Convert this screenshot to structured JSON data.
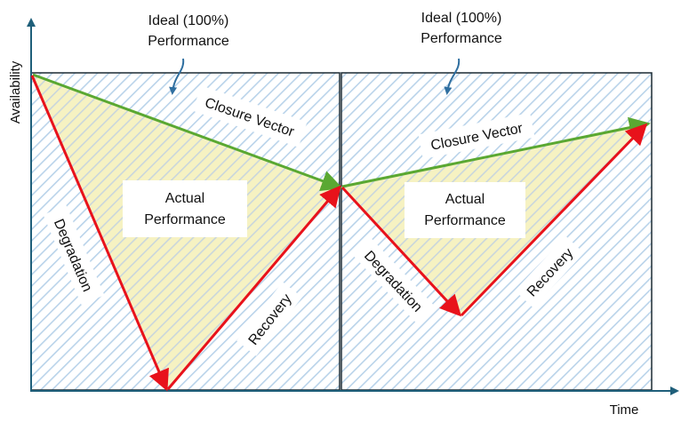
{
  "axes": {
    "y_label": "Availability",
    "x_label": "Time"
  },
  "ideal_labels": [
    {
      "line1": "Ideal (100%)",
      "line2": "Performance"
    },
    {
      "line1": "Ideal (100%)",
      "line2": "Performance"
    }
  ],
  "closure_labels": [
    "Closure Vector",
    "Closure Vector"
  ],
  "actual_labels": [
    {
      "line1": "Actual",
      "line2": "Performance"
    },
    {
      "line1": "Actual",
      "line2": "Performance"
    }
  ],
  "degradation_labels": [
    "Degradation",
    "Degradation"
  ],
  "recovery_labels": [
    "Recovery",
    "Recovery"
  ],
  "colors": {
    "axis": "#1f5f7a",
    "box_border": "#1b2a33",
    "hatch": "#b9d3ea",
    "triangle_fill": "#f6f2c2",
    "degradation_arrow": "#e8121b",
    "closure_arrow": "#5aa832",
    "callout_arrow": "#2f6fa0"
  },
  "icons": [
    "curved-pointer-arrow-icon"
  ]
}
